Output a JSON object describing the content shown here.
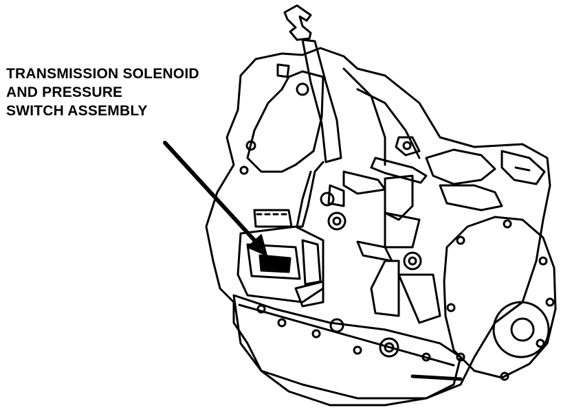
{
  "callout": {
    "lines": [
      "TRANSMISSION SOLENOID",
      "AND PRESSURE",
      "SWITCH ASSEMBLY"
    ]
  },
  "colors": {
    "ink": "#000000",
    "paper": "#ffffff"
  },
  "icons": {
    "pointer": "arrow-icon"
  }
}
